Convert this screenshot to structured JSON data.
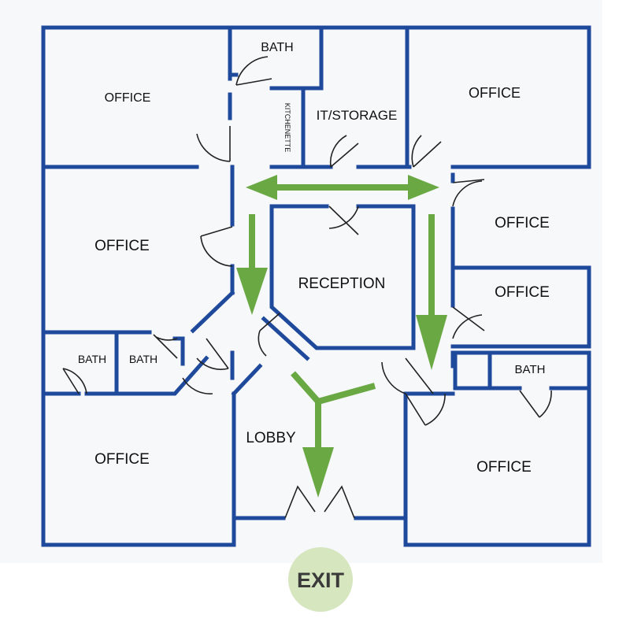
{
  "colors": {
    "wall": "#1f4a9c",
    "arrow": "#6aa844",
    "exit_badge": "#d6e6bf",
    "background": "#f7f8fa"
  },
  "rooms": {
    "office_top_left": "OFFICE",
    "bath_top": "BATH",
    "kitchenette": "KITCHENETTE",
    "it_storage": "IT/STORAGE",
    "office_top_right": "OFFICE",
    "office_mid_left": "OFFICE",
    "office_right_1": "OFFICE",
    "office_right_2": "OFFICE",
    "reception": "RECEPTION",
    "bath_left_1": "BATH",
    "bath_left_2": "BATH",
    "bath_right": "BATH",
    "lobby": "LOBBY",
    "office_bottom_left": "OFFICE",
    "office_bottom_right": "OFFICE"
  },
  "exit": {
    "label": "EXIT"
  }
}
